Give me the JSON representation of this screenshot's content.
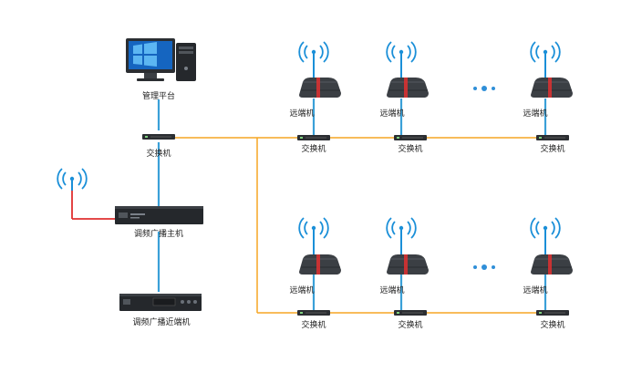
{
  "labels": {
    "management": "管理平台",
    "switch": "交换机",
    "remote": "远端机",
    "host": "调频广播主机",
    "near": "调频广播近端机"
  },
  "colors": {
    "fiber": "#f5a623",
    "ethernet": "#3aa0d8",
    "rf": "#e03030",
    "antenna": "#1a8fd8",
    "device": "#3b3f44",
    "ellipsis": "#2f8fd8"
  },
  "icons": [
    "monitor-icon",
    "pc-tower-icon",
    "antenna-icon",
    "switch-icon",
    "remote-unit-icon",
    "host-unit-icon",
    "near-unit-icon",
    "ellipsis-icon"
  ]
}
